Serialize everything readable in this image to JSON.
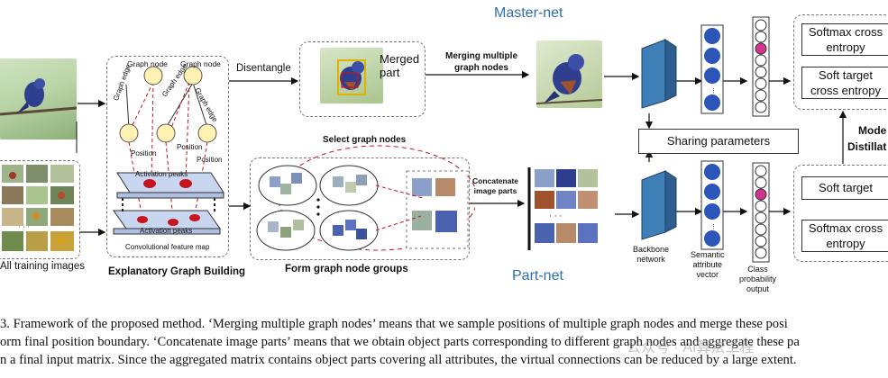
{
  "figure": {
    "master_net_label": "Master-net",
    "part_net_label": "Part-net",
    "all_training_images": "All training images",
    "disentangle": "Disentangle",
    "merged_part": "Merged\npart",
    "merging_label": "Merging multiple\ngraph nodes",
    "select_graph_nodes": "Select graph nodes",
    "concatenate_label": "Concatenate\nimage parts",
    "graph_node_1": "Graph node",
    "graph_node_2": "Graph node",
    "graph_edge_1": "Graph edge",
    "graph_edge_2": "Graph edge",
    "graph_edge_3": "Graph edge",
    "position_1": "Position",
    "position_2": "Position",
    "position_3": "Position",
    "activation_peaks_top": "Activation peaks",
    "activation_peaks_bottom": "Activation peaks",
    "conv_feature_map": "Convolutional feature map",
    "explanatory_graph_building": "Explanatory Graph Building",
    "form_graph_node_groups": "Form graph node groups",
    "sharing_parameters": "Sharing parameters",
    "backbone_network": "Backbone\nnetwork",
    "semantic_attribute_vector": "Semantic\nattribute\nvector",
    "class_probability_output": "Class\nprobability\noutput",
    "softmax_ce_top": "Softmax cross\nentropy",
    "soft_target_ce": "Soft target\ncross entropy",
    "soft_target": "Soft target",
    "softmax_ce_bottom": "Softmax cross\nentropy",
    "model_distillation": "Mode\nDistillat",
    "caption_line_1": "3.  Framework of the proposed method. ‘Merging multiple graph nodes’ means that we sample positions of multiple graph nodes and merge these posi",
    "caption_line_2": "orm final position boundary. ‘Concatenate image parts’ means that we obtain object parts corresponding to different graph nodes and aggregate these pa",
    "caption_line_3": "n a final input matrix. Since the aggregated matrix contains object parts covering all attributes, the virtual connections can be reduced by a large extent.",
    "watermark": "公众号 · AI算法工程"
  },
  "colors": {
    "net_label_blue": "#2f6fae",
    "node_yellow": "#fff2b3",
    "peak_red": "#c8141e",
    "vector_blue": "#2b55b8",
    "highlight_magenta": "#d6338f",
    "backbone_blue": "#3f7fb8"
  }
}
